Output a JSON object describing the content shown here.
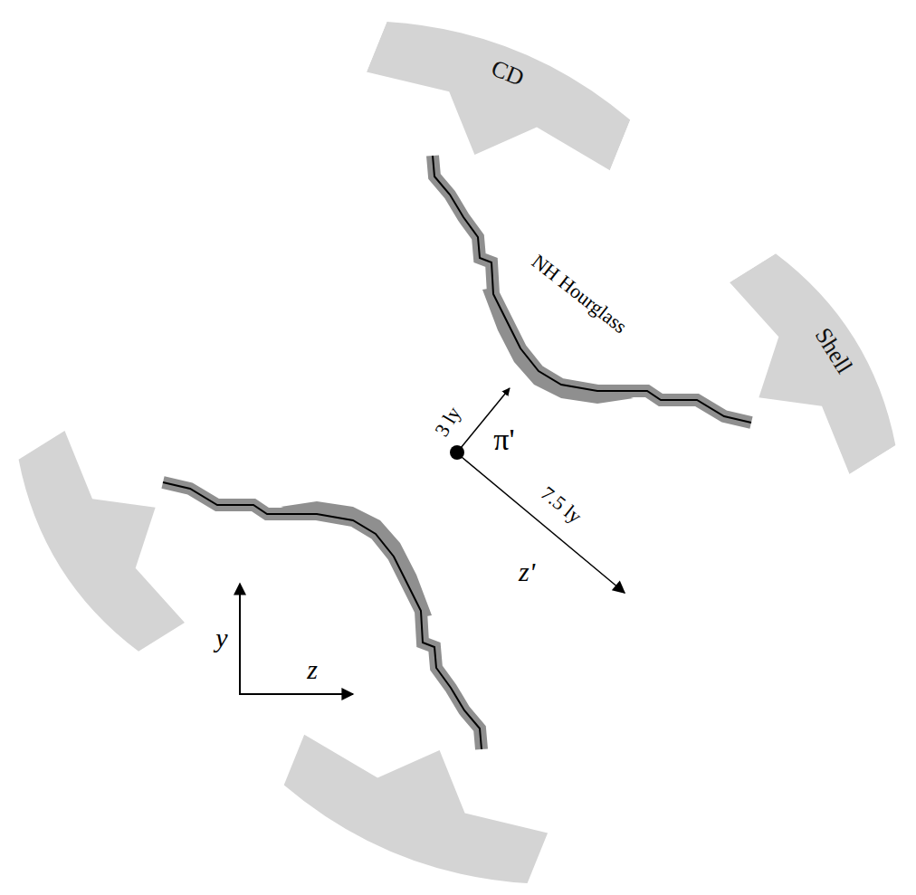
{
  "diagram": {
    "nodes": [
      {
        "text": [
          "CD"
        ]
      },
      {
        "text": [
          "Shell"
        ]
      }
    ],
    "labels": [
      "NH Hourglass",
      "3 ly",
      "π'",
      "7.5 ly",
      "z'",
      "y",
      "z"
    ]
  }
}
